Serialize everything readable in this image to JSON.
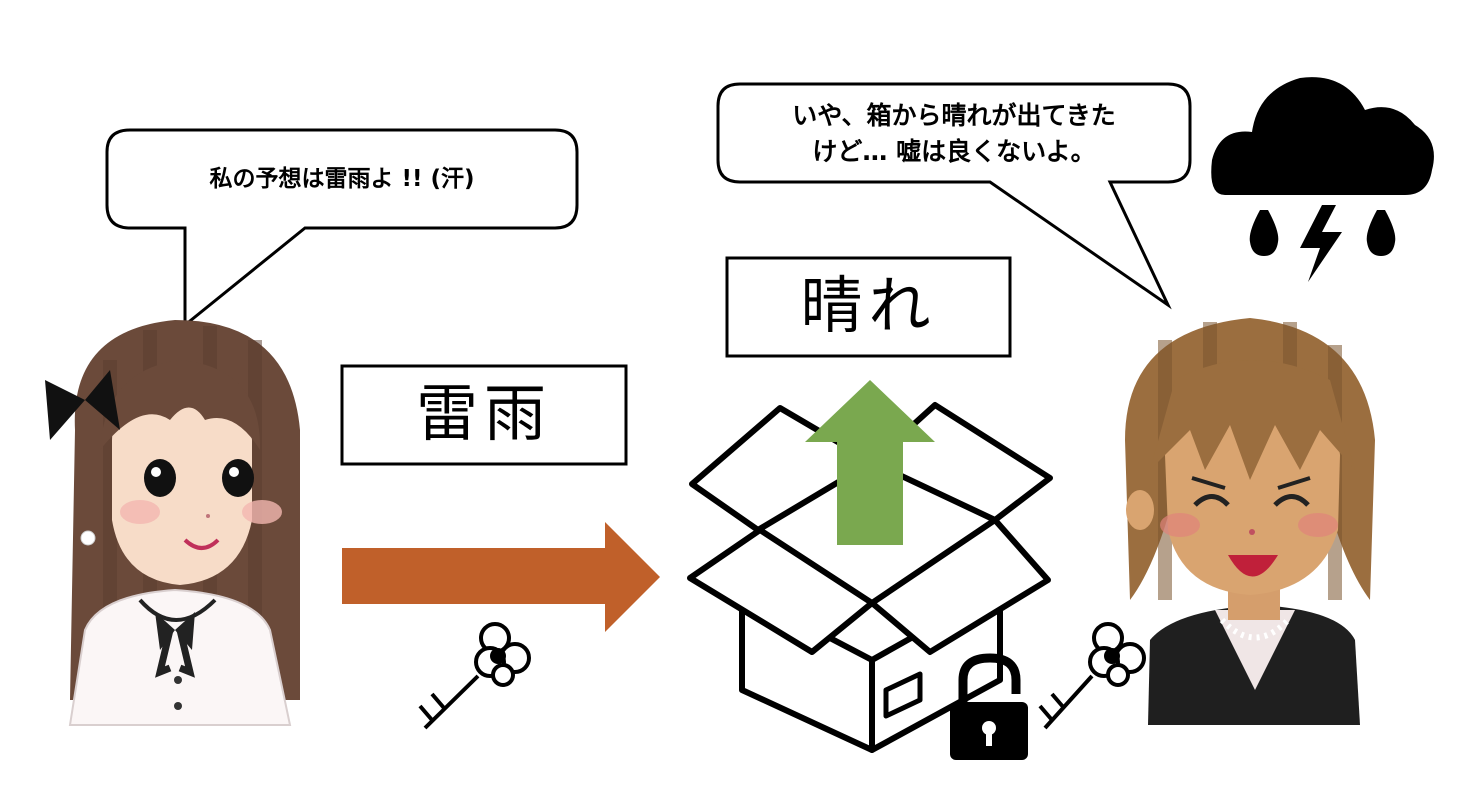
{
  "speech": {
    "left": "私の予想は雷雨よ !! (汗)",
    "right_line1": "いや、箱から晴れが出てきた",
    "right_line2": "けど… 嘘は良くないよ。"
  },
  "labels": {
    "prediction": "雷雨",
    "outcome": "晴れ"
  },
  "colors": {
    "arrow_right": "#c0602a",
    "arrow_up": "#7aa84f",
    "outline": "#000000"
  },
  "icons": [
    "girl-avatar",
    "boy-avatar",
    "key-icon",
    "box-icon",
    "unlock-icon",
    "storm-cloud-icon"
  ]
}
